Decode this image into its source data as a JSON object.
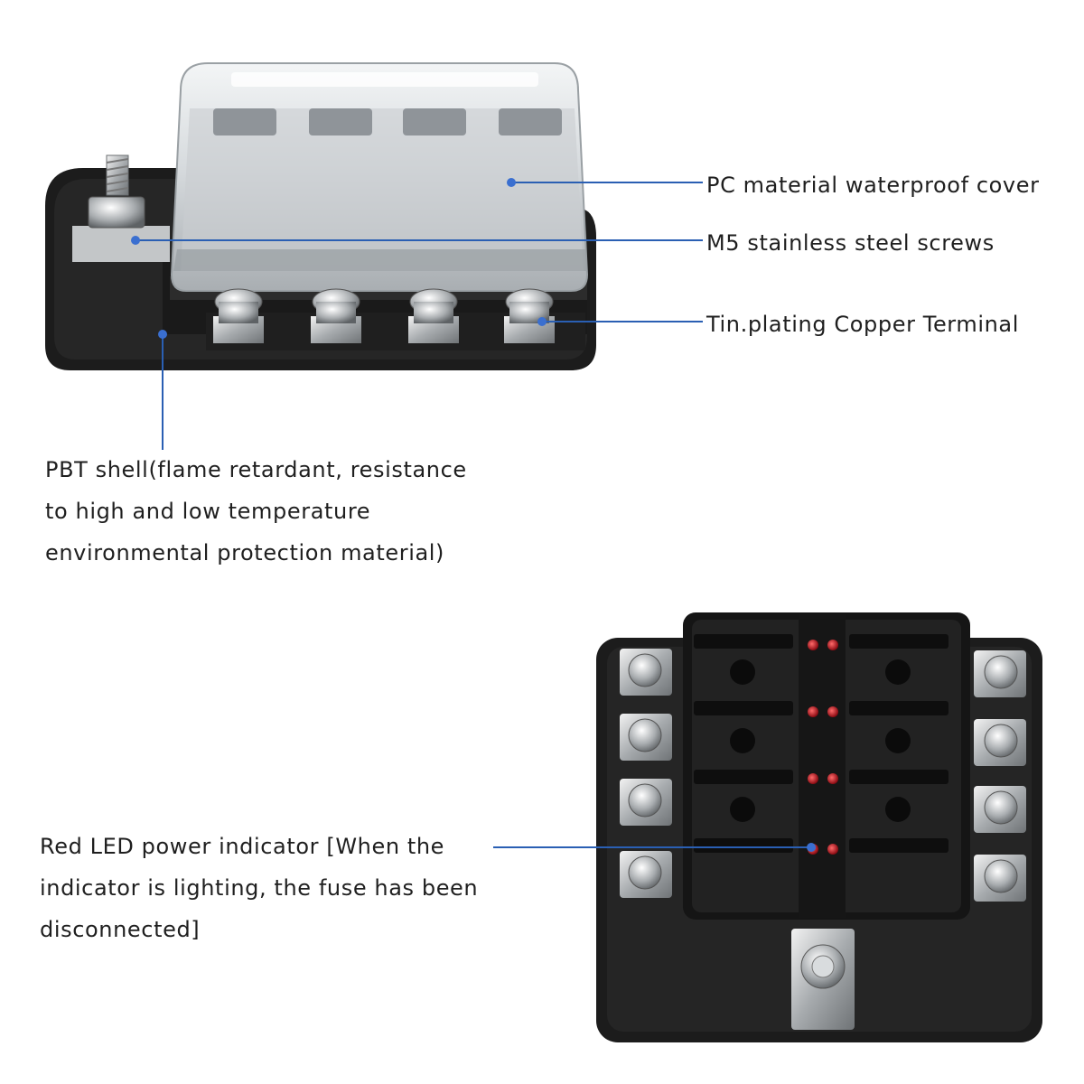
{
  "callouts": {
    "cover": "PC material waterproof cover",
    "screws": "M5 stainless steel screws",
    "terminal": "Tin.plating Copper Terminal",
    "shell": [
      "PBT shell(flame retardant, resistance",
      "to high and low temperature",
      "environmental protection material)"
    ],
    "led": [
      "Red LED power indicator [When the",
      "indicator is lighting, the fuse has been",
      "disconnected]"
    ]
  },
  "colors": {
    "leader_line": "#2a5fb3",
    "dot": "#3a6fd0",
    "housing": "#1d1d1d",
    "cover": "#d9dde0",
    "metal": "#b9bcbf",
    "led": "#b3101b"
  }
}
